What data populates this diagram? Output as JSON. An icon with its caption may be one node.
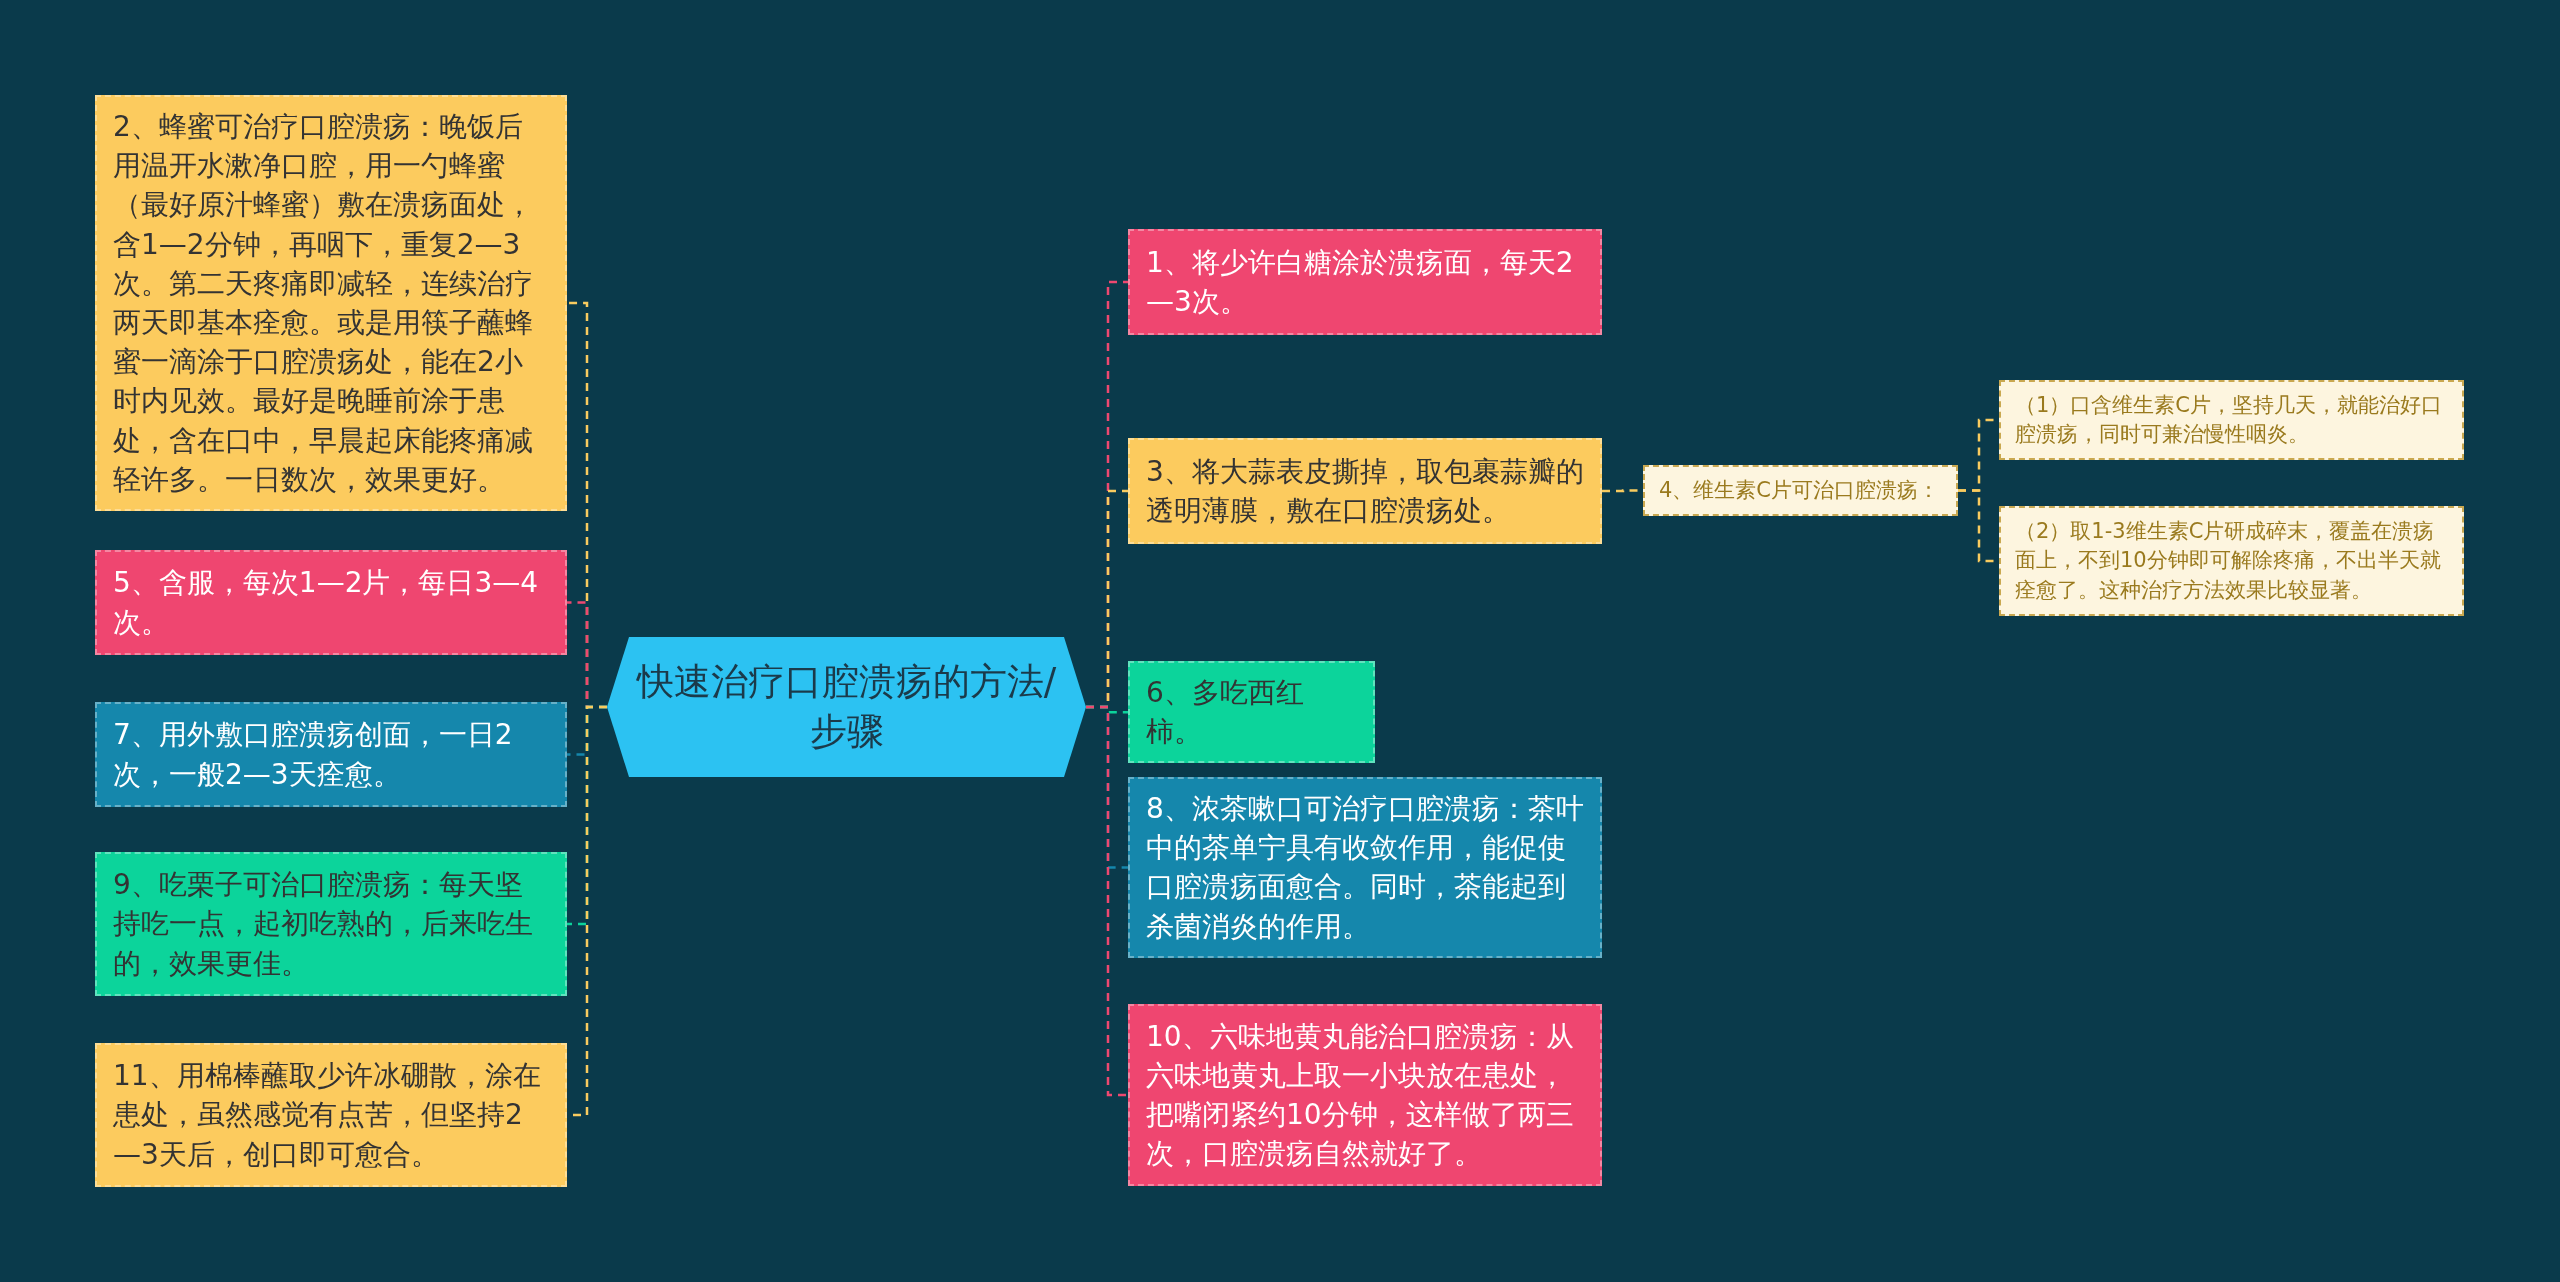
{
  "diagram": {
    "nodes": [
      {
        "text": [
          "快速治疗口腔溃疡的方法/步骤"
        ]
      },
      {
        "text": [
          "2、蜂蜜可治疗口腔溃疡：晚饭后用温开水漱净口腔，用一勺蜂蜜（最好原汁蜂蜜）敷在溃疡面处，含1—2分钟，再咽下，重复2—3次。第二天疼痛即减轻，连续治疗两天即基本痊愈。或是用筷子蘸蜂蜜一滴涂于口腔溃疡处，能在2小时内见效。最好是晚睡前涂于患处，含在口中，早晨起床能疼痛减轻许多。一日数次，效果更好。"
        ]
      },
      {
        "text": [
          "5、含服，每次1—2片，每日3—4次。"
        ]
      },
      {
        "text": [
          "7、用外敷口腔溃疡创面，一日2次，一般2—3天痊愈。"
        ]
      },
      {
        "text": [
          "9、吃栗子可治口腔溃疡：每天坚持吃一点，起初吃熟的，后来吃生的，效果更佳。"
        ]
      },
      {
        "text": [
          "11、用棉棒蘸取少许冰硼散，涂在患处，虽然感觉有点苦，但坚持2—3天后，创口即可愈合。"
        ]
      },
      {
        "text": [
          "1、将少许白糖涂於溃疡面，每天2—3次。"
        ]
      },
      {
        "text": [
          "3、将大蒜表皮撕掉，取包裹蒜瓣的透明薄膜，敷在口腔溃疡处。"
        ]
      },
      {
        "text": [
          "4、维生素C片可治口腔溃疡："
        ]
      },
      {
        "text": [
          "（1）口含维生素C片，坚持几天，就能治好口腔溃疡，同时可兼治慢性咽炎。"
        ]
      },
      {
        "text": [
          "（2）取1-3维生素C片研成碎末，覆盖在溃疡面上，不到10分钟即可解除疼痛，不出半天就痊愈了。这种治疗方法效果比较显著。"
        ]
      },
      {
        "text": [
          "6、多吃西红柿。"
        ]
      },
      {
        "text": [
          "8、浓茶嗽口可治疗口腔溃疡：茶叶中的茶单宁具有收敛作用，能促使口腔溃疡面愈合。同时，茶能起到杀菌消炎的作用。"
        ]
      },
      {
        "text": [
          "10、六味地黄丸能治口腔溃疡：从六味地黄丸上取一小块放在患处，把嘴闭紧约10分钟，这样做了两三次，口腔溃疡自然就好了。"
        ]
      }
    ],
    "edges": [
      {
        "from": 0,
        "to": 1,
        "arrow": "none",
        "style": "dashed",
        "color": "#f9cb5f"
      },
      {
        "from": 0,
        "to": 2,
        "arrow": "none",
        "style": "dashed",
        "color": "#ee4870"
      },
      {
        "from": 0,
        "to": 3,
        "arrow": "none",
        "style": "dashed",
        "color": "#1587ac"
      },
      {
        "from": 0,
        "to": 4,
        "arrow": "none",
        "style": "dashed",
        "color": "#0cd39b"
      },
      {
        "from": 0,
        "to": 5,
        "arrow": "none",
        "style": "dashed",
        "color": "#f9cb5f"
      },
      {
        "from": 0,
        "to": 6,
        "arrow": "none",
        "style": "dashed",
        "color": "#ee4870"
      },
      {
        "from": 0,
        "to": 7,
        "arrow": "none",
        "style": "dashed",
        "color": "#f9cb5f"
      },
      {
        "from": 7,
        "to": 8,
        "arrow": "none",
        "style": "dashed",
        "color": "#f9cb5f"
      },
      {
        "from": 8,
        "to": 9,
        "arrow": "none",
        "style": "dashed",
        "color": "#f9cb5f"
      },
      {
        "from": 8,
        "to": 10,
        "arrow": "none",
        "style": "dashed",
        "color": "#f9cb5f"
      },
      {
        "from": 0,
        "to": 11,
        "arrow": "none",
        "style": "dashed",
        "color": "#0cd39b"
      },
      {
        "from": 0,
        "to": 12,
        "arrow": "none",
        "style": "dashed",
        "color": "#1587ac"
      },
      {
        "from": 0,
        "to": 13,
        "arrow": "none",
        "style": "dashed",
        "color": "#ee4870"
      }
    ]
  }
}
